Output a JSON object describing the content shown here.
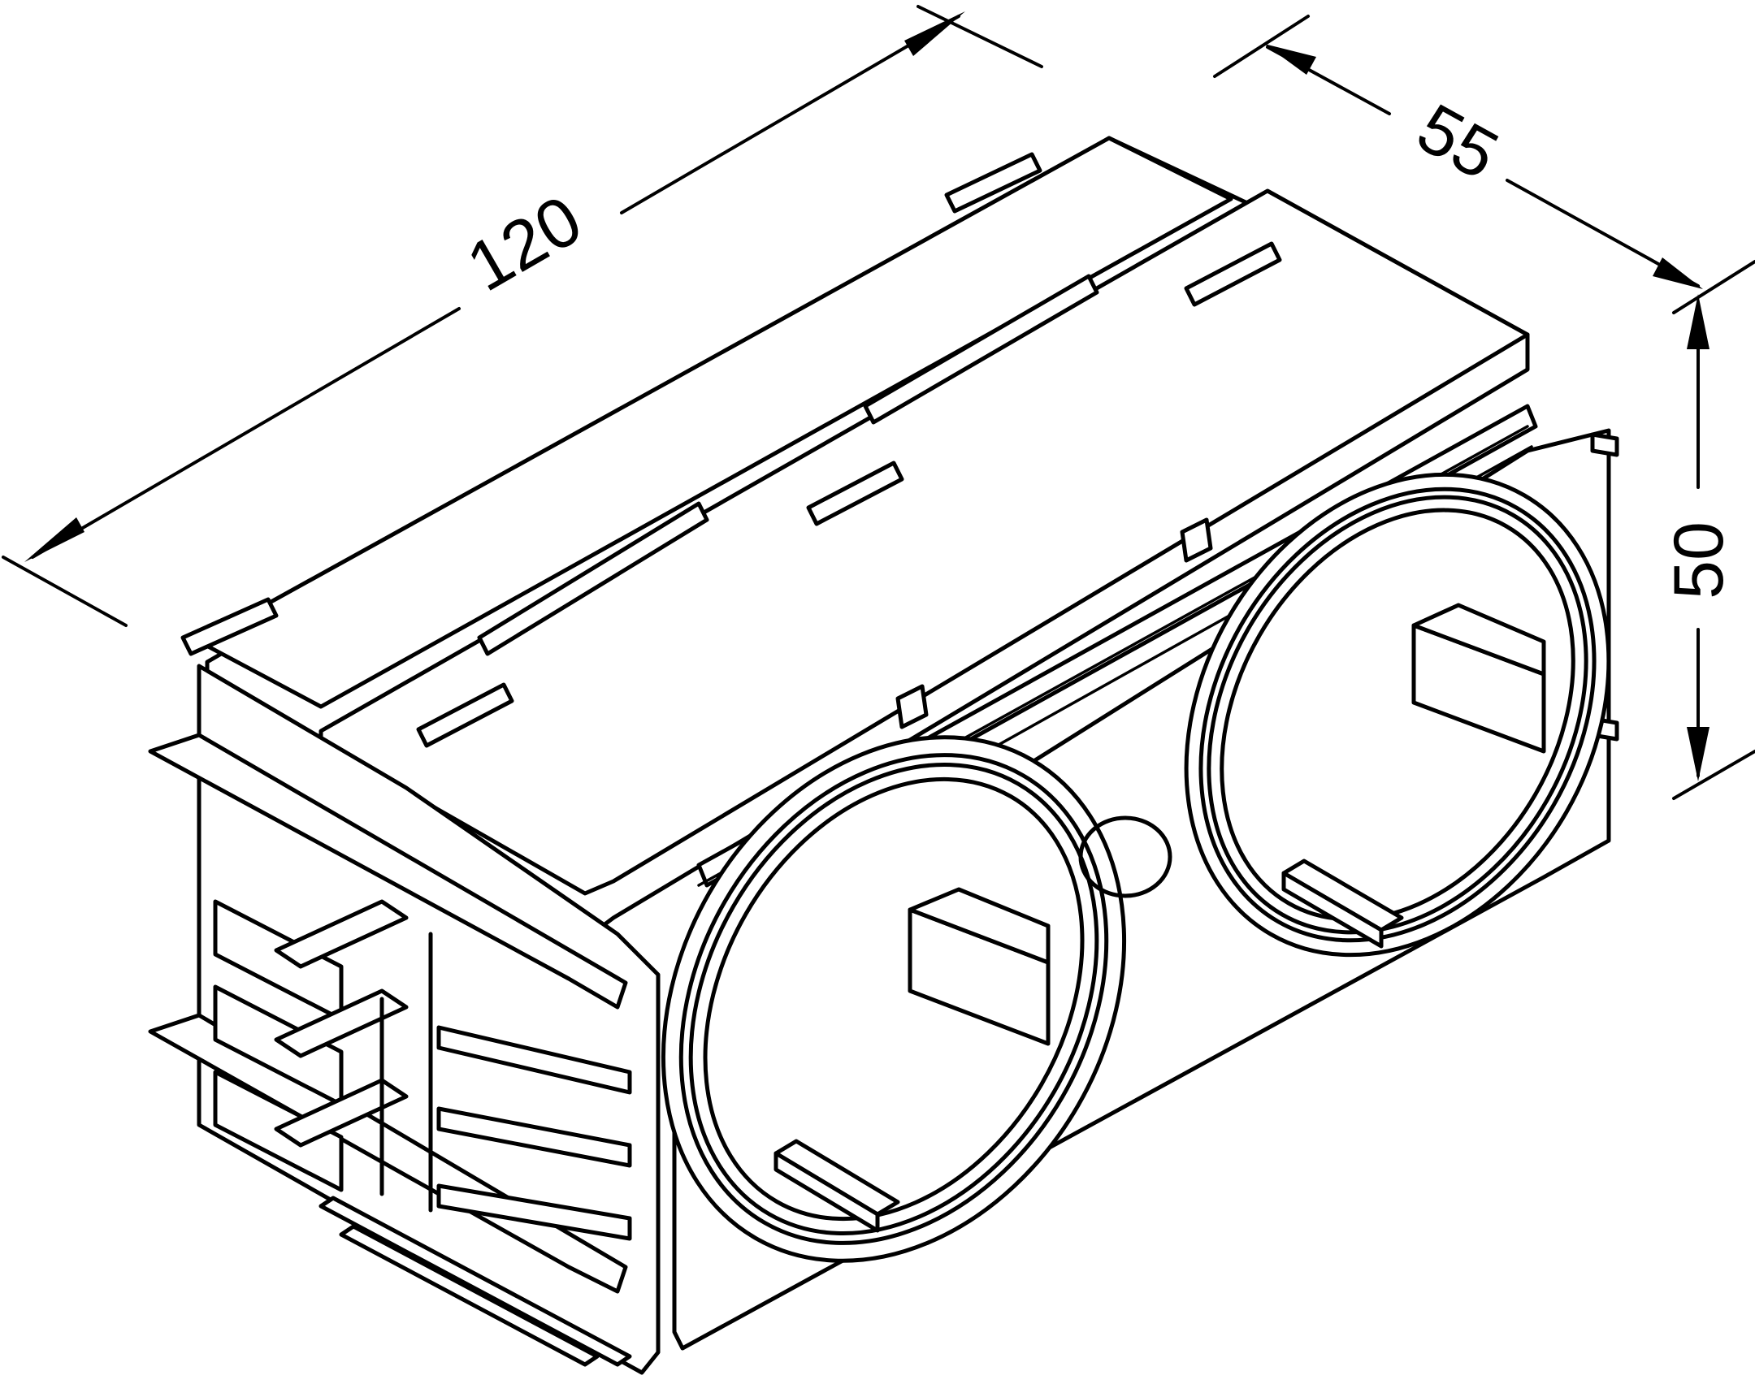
{
  "drawing": {
    "subject": "double-outlet-installation-box",
    "line_color": "#000000",
    "background_color": "#ffffff"
  },
  "dimensions": {
    "length_label": "120",
    "depth_label": "55",
    "height_label": "50"
  }
}
